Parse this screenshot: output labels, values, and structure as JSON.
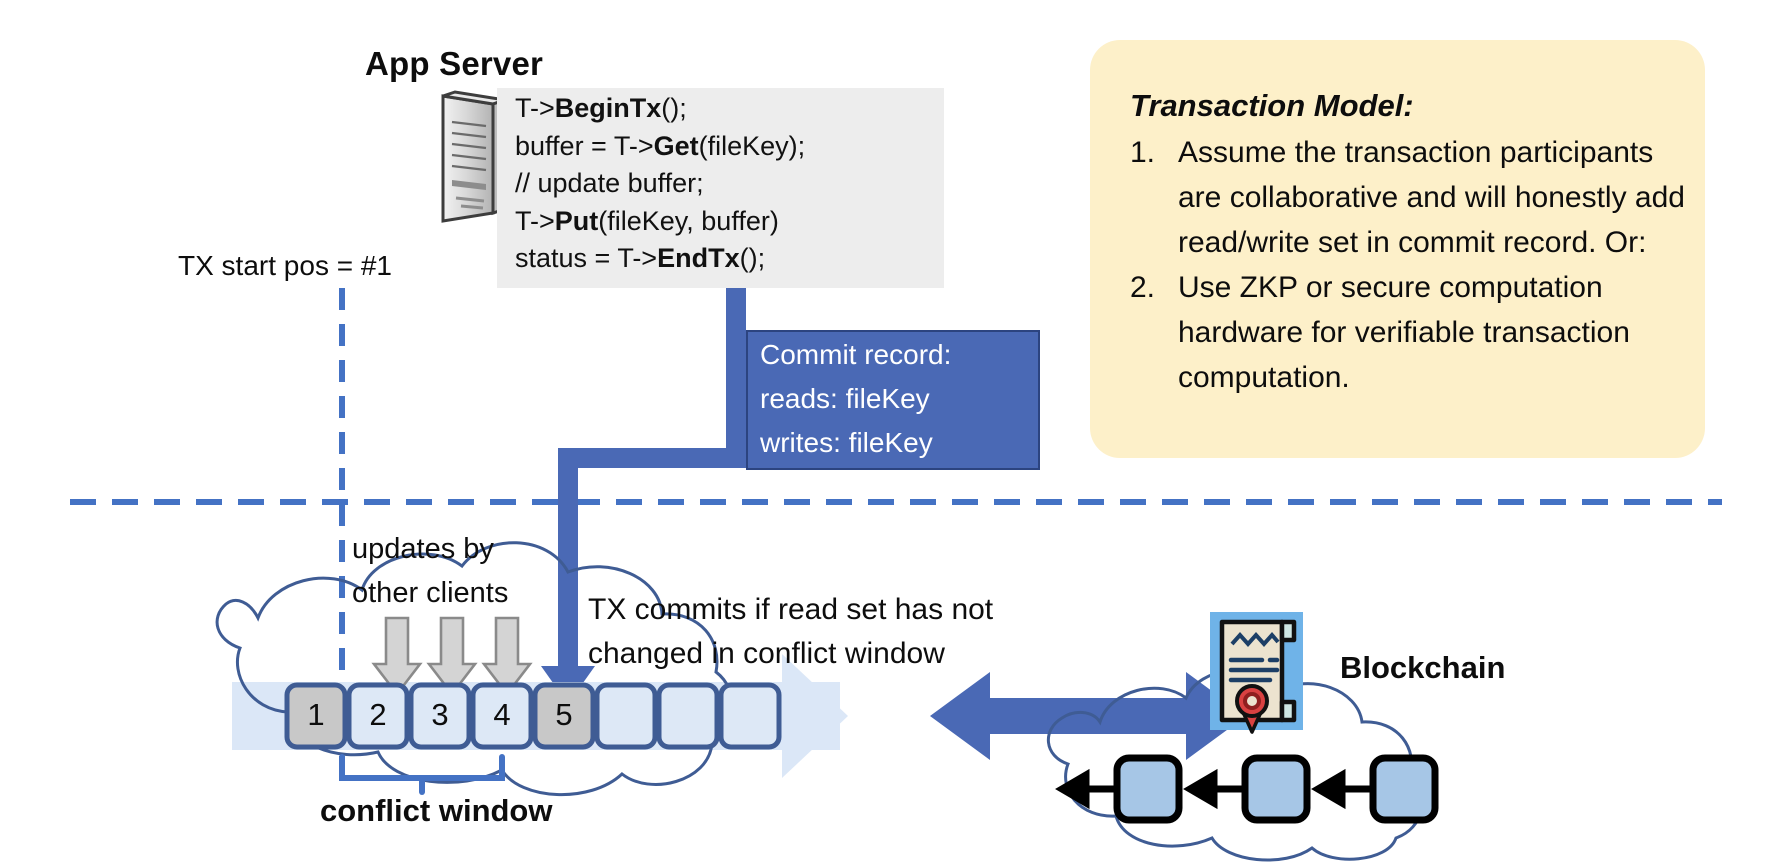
{
  "title": "Transactional key-value store over a blockchain-backed log",
  "app_server": {
    "label": "App Server",
    "icon": "server-tower-icon",
    "code": [
      {
        "pre": "T->",
        "bold": "BeginTx",
        "post": "();"
      },
      {
        "pre": "buffer = T->",
        "bold": "Get",
        "post": "(fileKey);"
      },
      {
        "pre": "// update buffer;",
        "bold": "",
        "post": ""
      },
      {
        "pre": "T->",
        "bold": "Put",
        "post": "(fileKey, buffer)"
      },
      {
        "pre": "status = T->",
        "bold": "EndTx",
        "post": "();"
      }
    ]
  },
  "tx_start": {
    "label": "TX start pos = #1"
  },
  "commit_record": {
    "lines": [
      "Commit record:",
      "reads: fileKey",
      "writes: fileKey"
    ],
    "fill": "#4a69b5",
    "border": "#2c4480"
  },
  "transaction_model": {
    "title": "Transaction Model:",
    "fill": "#fdf0c9",
    "items": [
      {
        "num": "1.",
        "text": "Assume the transaction participants are collaborative and will honestly add read/write set in commit record.  Or:"
      },
      {
        "num": "2.",
        "text": "Use ZKP or secure computation hardware for verifiable transaction computation."
      }
    ]
  },
  "ledger": {
    "updates_label": [
      "updates by",
      "other clients"
    ],
    "commit_note": [
      "TX commits if read set has not",
      "changed in conflict window"
    ],
    "conflict_window_label": "conflict window",
    "blocks": [
      {
        "num": "1",
        "state": "highlighted"
      },
      {
        "num": "2",
        "state": "normal"
      },
      {
        "num": "3",
        "state": "normal"
      },
      {
        "num": "4",
        "state": "normal"
      },
      {
        "num": "5",
        "state": "highlighted"
      },
      {
        "num": "",
        "state": "empty"
      },
      {
        "num": "",
        "state": "empty"
      },
      {
        "num": "",
        "state": "empty"
      }
    ],
    "update_arrow_targets": [
      "2",
      "3",
      "4"
    ],
    "commit_arrow_target": "5",
    "colors": {
      "block_fill": "#dde8f6",
      "block_highlight_fill": "#c8c8c8",
      "block_border": "#3f5c94",
      "cloud_stroke": "#3f5c94",
      "tape_fill": "#dbe7f7",
      "gray_arrow_fill": "#d4d4d4",
      "gray_arrow_stroke": "#8a8a8a",
      "accent_blue": "#4a69b5",
      "dash_blue": "#4472c4"
    }
  },
  "blockchain": {
    "label": "Blockchain",
    "icon": "certificate-seal-icon",
    "blocks": 3,
    "link_arrow": "left-arrow-icon",
    "colors": {
      "badge_bg": "#6fb3e8",
      "paper": "#ece3cf",
      "seal_red": "#d94141",
      "block_fill": "#a6c6e6",
      "block_border": "#000000",
      "cloud_stroke": "#3f5c94"
    },
    "exchange_arrow": "double-headed-arrow-icon"
  },
  "divider": {
    "style": "dashed",
    "color": "#4472c4"
  }
}
